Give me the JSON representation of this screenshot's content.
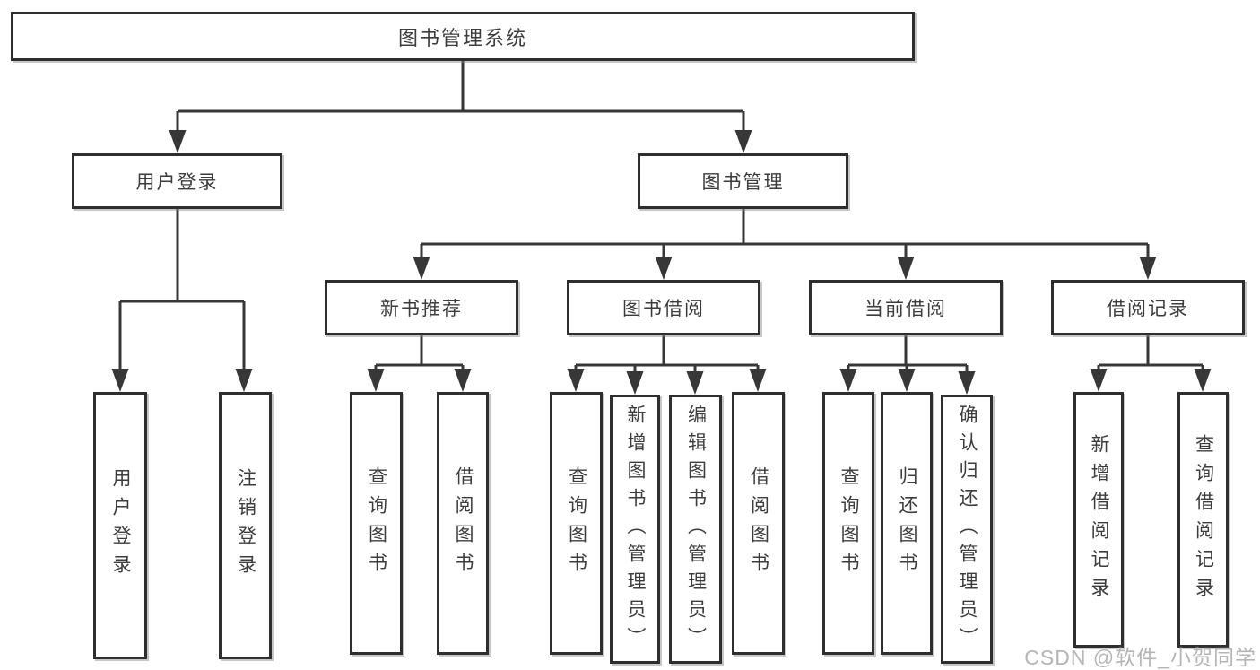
{
  "watermark": "CSDN @软件_小贺同学",
  "colors": {
    "line": "#373737",
    "box_border": "#2e2e2e",
    "text": "#3c3c3c",
    "background": "#ffffff",
    "watermark": "#b5b5b5"
  },
  "tree": {
    "root": {
      "label": "图书管理系统"
    },
    "branches": [
      {
        "label": "用户登录",
        "children": [
          {
            "label": "用户登录"
          },
          {
            "label": "注销登录"
          }
        ]
      },
      {
        "label": "图书管理",
        "children": [
          {
            "label": "新书推荐",
            "children": [
              {
                "label": "查询图书"
              },
              {
                "label": "借阅图书"
              }
            ]
          },
          {
            "label": "图书借阅",
            "children": [
              {
                "label": "查询图书"
              },
              {
                "label": "新增图书（管理员）"
              },
              {
                "label": "编辑图书（管理员）"
              },
              {
                "label": "借阅图书"
              }
            ]
          },
          {
            "label": "当前借阅",
            "children": [
              {
                "label": "查询图书"
              },
              {
                "label": "归还图书"
              },
              {
                "label": "确认归还（管理员）"
              }
            ]
          },
          {
            "label": "借阅记录",
            "children": [
              {
                "label": "新增借阅记录"
              },
              {
                "label": "查询借阅记录"
              }
            ]
          }
        ]
      }
    ]
  }
}
